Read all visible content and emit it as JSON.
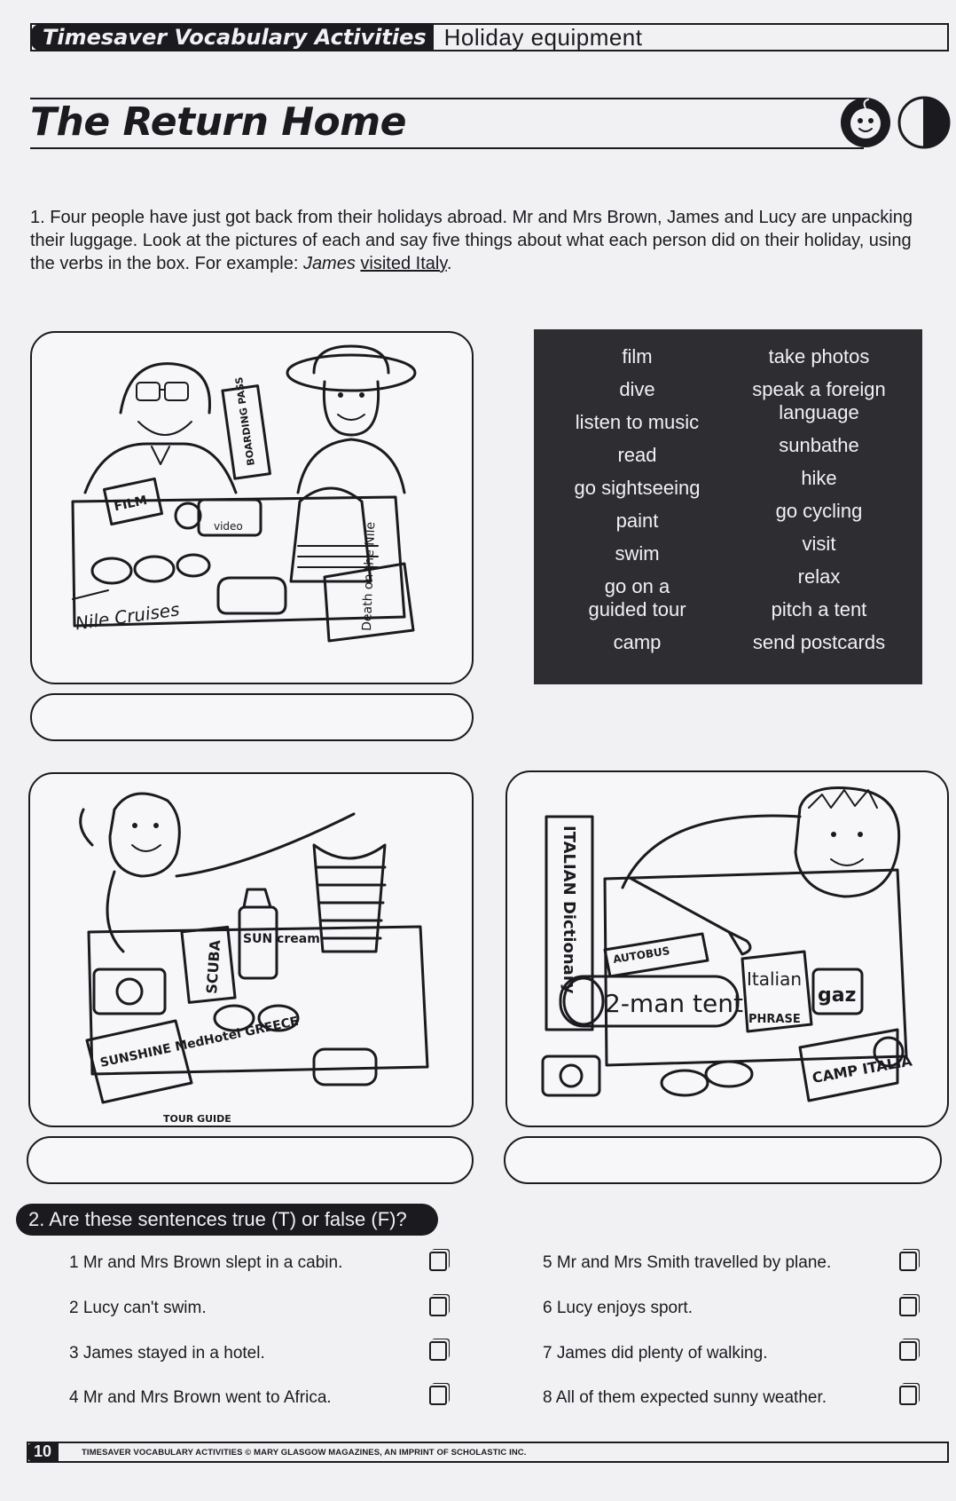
{
  "header": {
    "series": "Timesaver Vocabulary Activities",
    "topic": "Holiday equipment"
  },
  "title": "The Return Home",
  "instructions": {
    "text": "1. Four people have just got back from their holidays abroad.  Mr and Mrs Brown, James and Lucy are unpacking their luggage.  Look at the pictures of each and say five things about what each person did on their holiday, using the verbs in the box.  For example: ",
    "example_name": "James",
    "example_answer": "visited Italy",
    "example_end": "."
  },
  "verbs": {
    "left": [
      "film",
      "dive",
      "listen to music",
      "read",
      "go sightseeing",
      "paint",
      "swim",
      "go on a guided tour",
      "camp"
    ],
    "right": [
      "take photos",
      "speak a foreign language",
      "sunbathe",
      "hike",
      "go cycling",
      "visit",
      "relax",
      "pitch a tent",
      "send postcards"
    ]
  },
  "pictures": {
    "brown": {
      "boarding_pass": "BOARDING PASS",
      "film": "FILM",
      "video": "video",
      "cruise": "Nile Cruises",
      "book": "Death on the Nile"
    },
    "lucy": {
      "hotel": "SUNSHINE MedHotel GREECE",
      "scuba": "SCUBA",
      "sun_cream": "SUN cream",
      "tour": "TOUR GUIDE"
    },
    "james": {
      "dictionary": "ITALIAN Dictionary",
      "autobus": "AUTOBUS",
      "tent": "2-man tent",
      "phrase_top": "Italian",
      "phrase_bottom": "PHRASE",
      "gas": "gaz",
      "camp": "CAMP ITALIA"
    }
  },
  "section2": {
    "heading": "2. Are these sentences true (T) or false (F)?",
    "left": [
      "1 Mr and Mrs Brown slept in a cabin.",
      "2 Lucy can't swim.",
      "3 James stayed in a hotel.",
      "4 Mr and Mrs Brown went to Africa."
    ],
    "right": [
      "5 Mr and Mrs Smith travelled by plane.",
      "6 Lucy enjoys sport.",
      "7 James did plenty of walking.",
      "8 All of them expected sunny weather."
    ]
  },
  "footer": {
    "page_number": "10",
    "copyright": "TIMESAVER VOCABULARY ACTIVITIES © MARY GLASGOW MAGAZINES, AN IMPRINT OF SCHOLASTIC INC."
  },
  "colors": {
    "ink": "#1b1b1f",
    "paper": "#f1f0f3",
    "verb_box": "#2e2d31"
  }
}
